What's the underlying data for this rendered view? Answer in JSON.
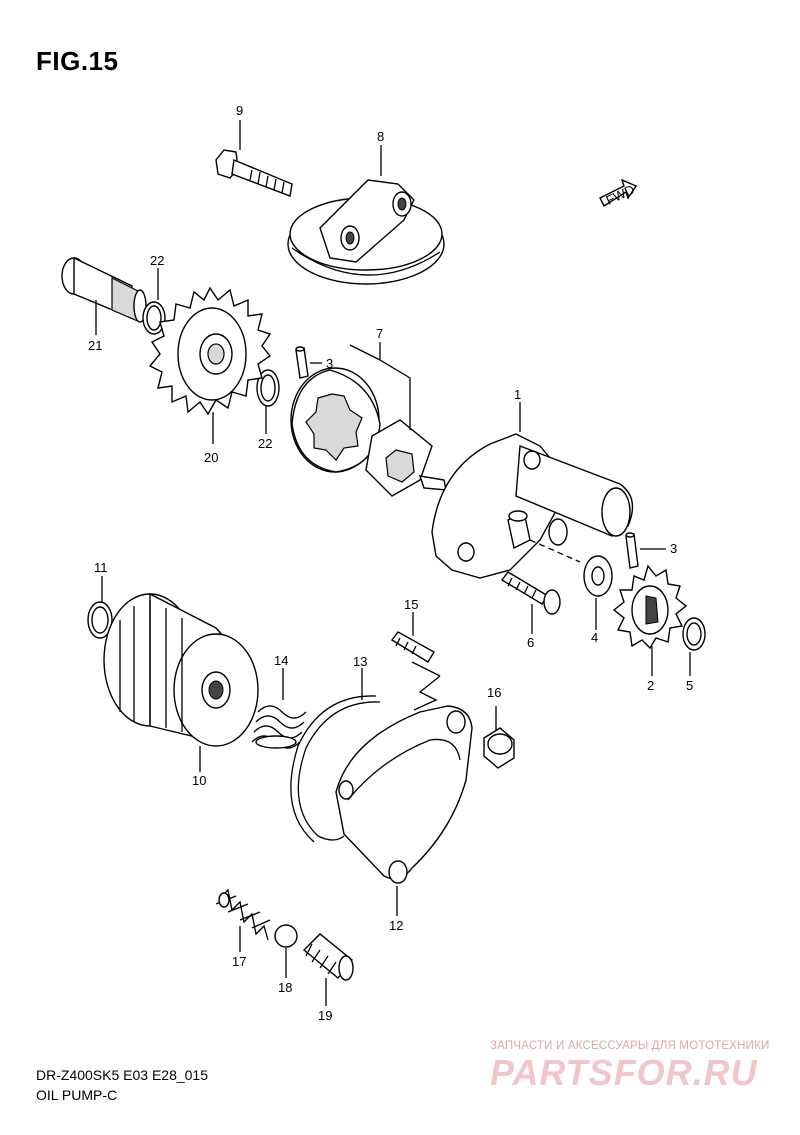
{
  "figure": {
    "title": "FIG.15",
    "model_code": "DR-Z400SK5 E03 E28_015",
    "section_name": "OIL PUMP-C",
    "fwd_label": "FWD"
  },
  "watermark": {
    "tagline": "ЗАПЧАСТИ И АКСЕССУАРЫ ДЛЯ МОТОТЕХНИКИ",
    "brand": "PARTSFOR.RU"
  },
  "callouts": {
    "c1": "1",
    "c2": "2",
    "c3a": "3",
    "c3b": "3",
    "c4": "4",
    "c5": "5",
    "c6": "6",
    "c7": "7",
    "c8": "8",
    "c9": "9",
    "c10": "10",
    "c11": "11",
    "c12": "12",
    "c13": "13",
    "c14": "14",
    "c15": "15",
    "c16": "16",
    "c17": "17",
    "c18": "18",
    "c19": "19",
    "c20": "20",
    "c21": "21",
    "c22a": "22",
    "c22b": "22"
  }
}
